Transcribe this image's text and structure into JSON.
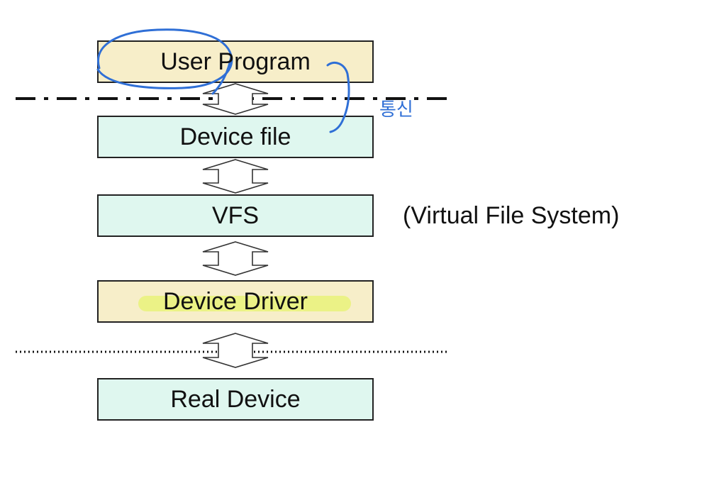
{
  "diagram": {
    "layers": [
      {
        "id": "user-program",
        "label": "User Program"
      },
      {
        "id": "device-file",
        "label": "Device file"
      },
      {
        "id": "vfs",
        "label": "VFS"
      },
      {
        "id": "device-driver",
        "label": "Device Driver"
      },
      {
        "id": "real-device",
        "label": "Real Device"
      }
    ],
    "vfs_note": "(Virtual File System)",
    "handwritten_note": "통신",
    "colors": {
      "beige_box": "#f7eec9",
      "mint_box": "#dff7ef",
      "pen": "#2f6fd6",
      "highlighter": "#e9f27a"
    }
  }
}
